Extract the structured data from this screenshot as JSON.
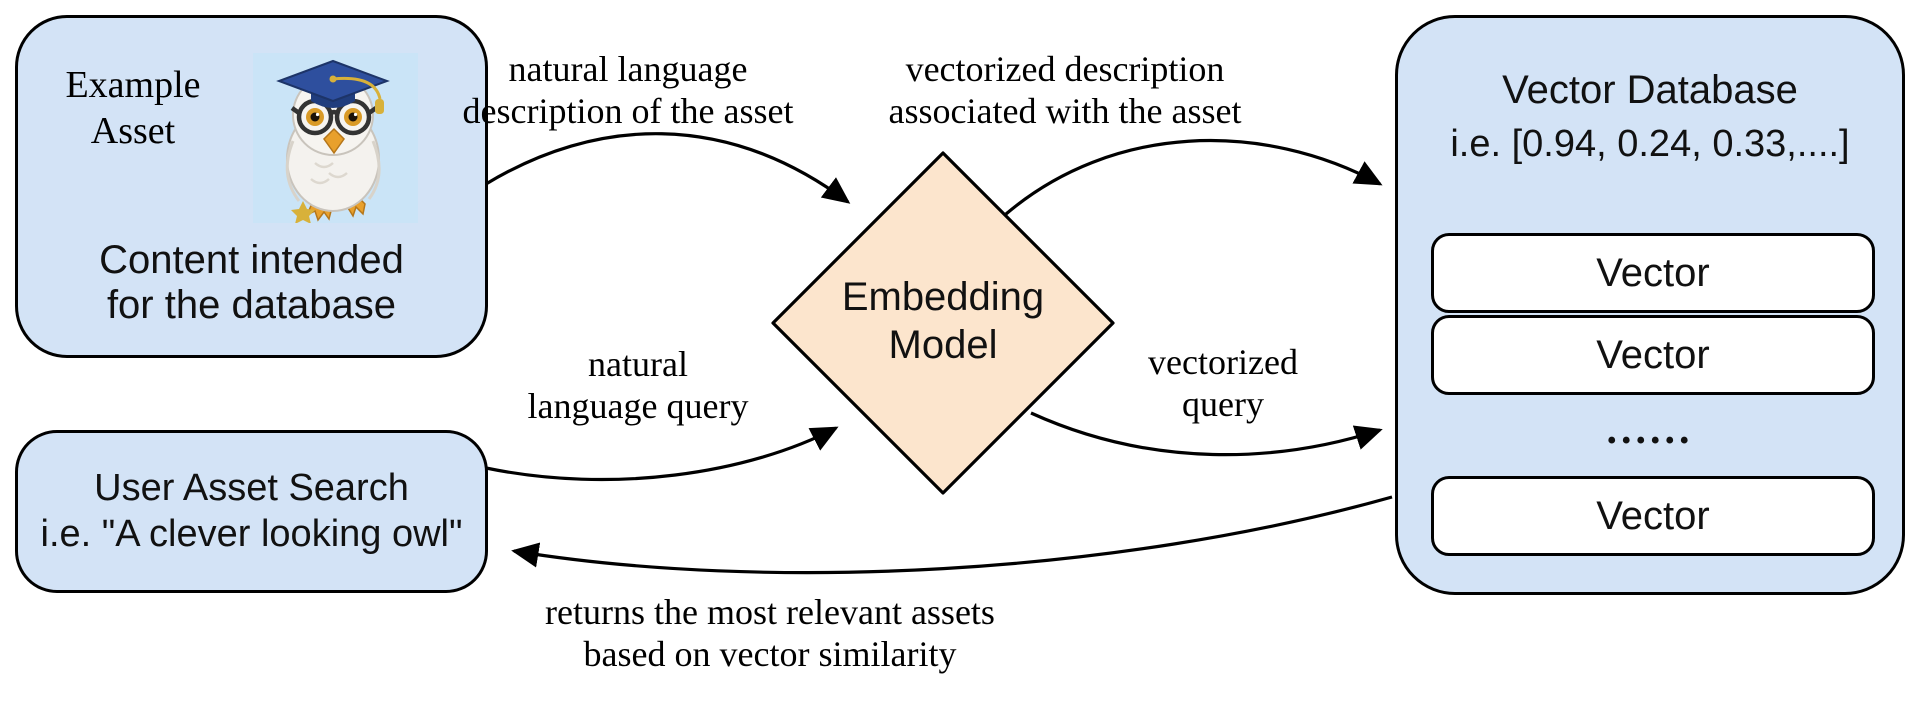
{
  "asset_box": {
    "title": "Example\nAsset",
    "caption": "Content intended\nfor the database"
  },
  "search_box": {
    "text": "User Asset Search\ni.e. \"A clever looking owl\""
  },
  "embedding_model": {
    "label": "Embedding\nModel"
  },
  "vector_database": {
    "title": "Vector Database",
    "subtitle": "i.e. [0.94, 0.24, 0.33,....]",
    "vectors": [
      "Vector",
      "Vector",
      "Vector"
    ],
    "ellipsis": "......"
  },
  "edge_labels": {
    "natural_language_description": "natural language\ndescription of the asset",
    "vectorized_description": "vectorized description\nassociated with the asset",
    "natural_language_query": "natural\nlanguage query",
    "vectorized_query": "vectorized\nquery",
    "returns": "returns the most relevant assets\nbased on vector similarity"
  },
  "icons": {
    "owl": "owl-graduate-image",
    "example_arrow": "right-arrow"
  },
  "colors": {
    "box_fill": "#d3e3f6",
    "diamond_fill": "#fce5cd",
    "pill_fill": "#ffffff",
    "stroke": "#000000"
  }
}
